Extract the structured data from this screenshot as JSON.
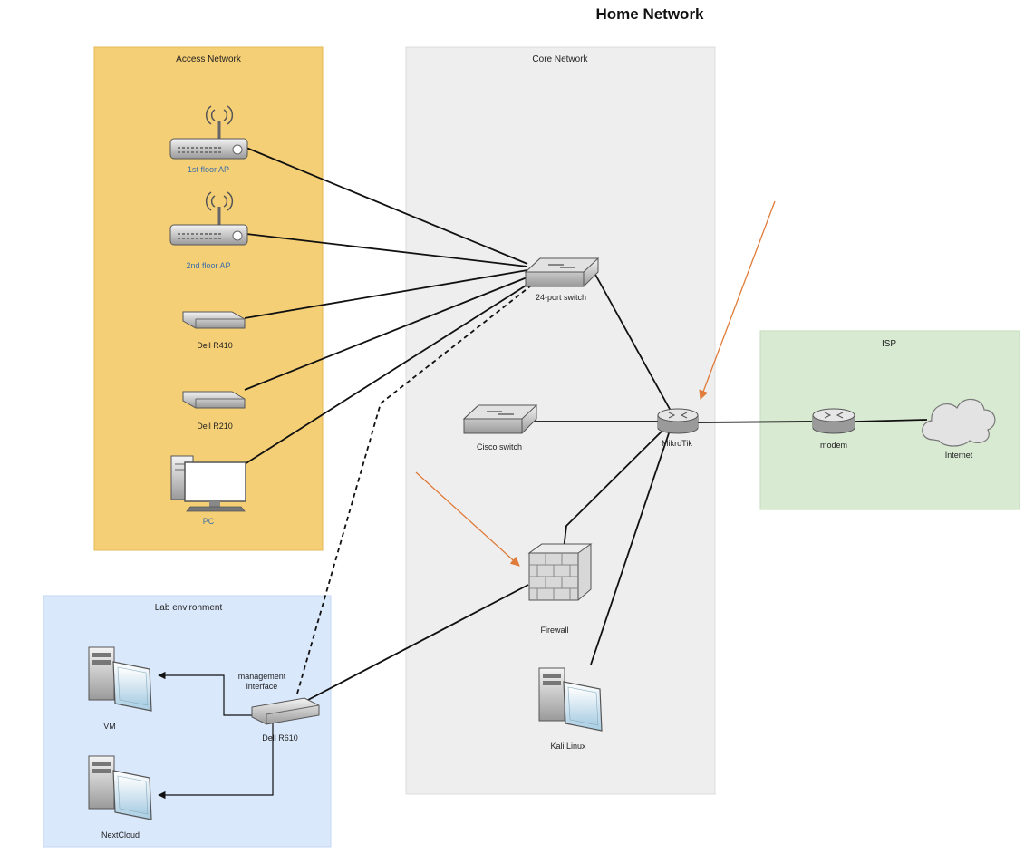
{
  "diagram": {
    "title": "Home Network",
    "zones": {
      "access": "Access Network",
      "core": "Core Network",
      "isp": "ISP",
      "lab": "Lab environment"
    },
    "nodes": {
      "ap1": "1st floor AP",
      "ap2": "2nd floor AP",
      "r410": "Dell R410",
      "r210": "Dell R210",
      "pc": "PC",
      "switch24": "24-port switch",
      "cisco": "Cisco switch",
      "mikrotik": "MikroTik",
      "firewall": "Firewall",
      "kali": "Kali Linux",
      "modem": "modem",
      "internet": "Internet",
      "vm": "VM",
      "nextcloud": "NextCloud",
      "r610": "Dell R610",
      "mgmt_line1": "management",
      "mgmt_line2": "interface"
    },
    "colors": {
      "access_zone": "#f5cf75",
      "core_zone": "#eeeeee",
      "isp_zone": "#d9ead3",
      "lab_zone": "#dae8fc",
      "arrow": "#e07b39"
    }
  }
}
